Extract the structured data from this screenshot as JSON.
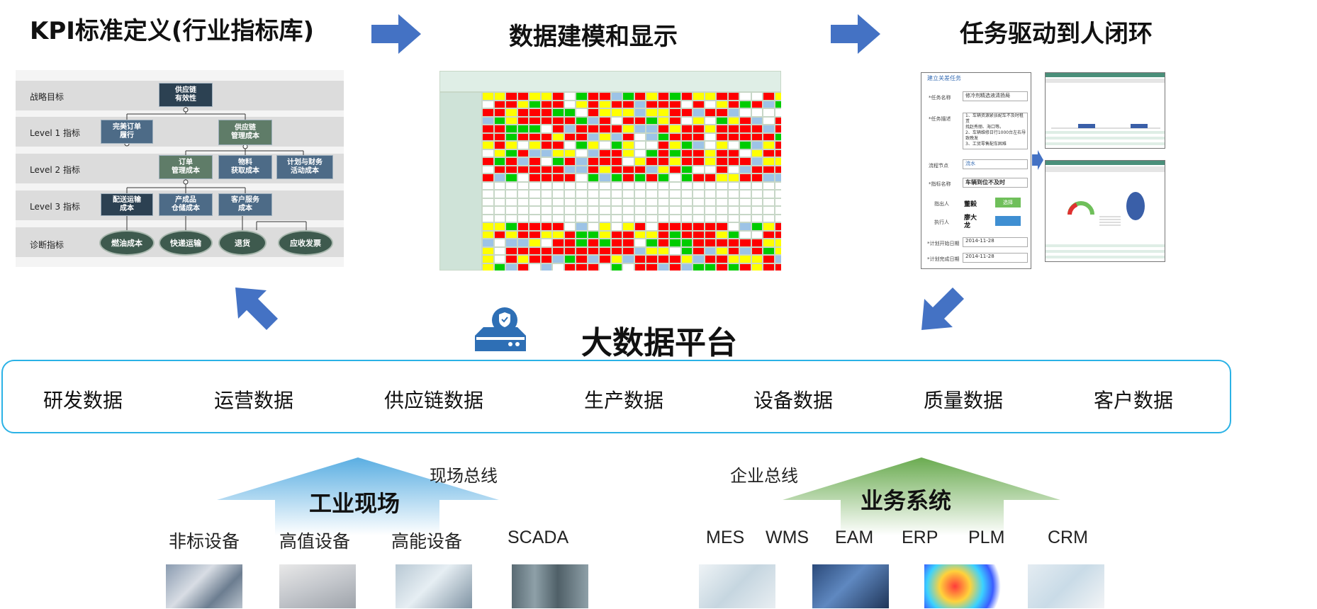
{
  "sections": {
    "kpi_title": "KPI标准定义(行业指标库)",
    "modeling_title": "数据建模和显示",
    "task_title": "任务驱动到人闭环"
  },
  "kpi_tree": {
    "levels": [
      "战略目标",
      "Level 1 指标",
      "Level 2 指标",
      "Level 3 指标",
      "诊断指标"
    ],
    "strategic": "供应链\n有效性",
    "level1": [
      "完美订单\n履行",
      "供应链\n管理成本"
    ],
    "level2": [
      "订单\n管理成本",
      "物料\n获取成本",
      "计划与财务\n活动成本"
    ],
    "level3": [
      "配送运输\n成本",
      "产成品\n仓储成本",
      "客户服务\n成本"
    ],
    "diagnostic": [
      "燃油成本",
      "快递运输",
      "退货",
      "应收发票"
    ]
  },
  "task_form": {
    "header": "建立关差任务",
    "labels": [
      "*任务名称",
      "*任务描述",
      "流程节点",
      "*指标名称",
      "指出人",
      "执行人",
      "*计划开始日期",
      "*计划完成日期"
    ],
    "name_value": "修冷剂精选液清扬局",
    "description": "1、车辆资源紧张配车不及时租赁\n找赵秀丽、海口等。\n2、车辆维修日行1000台左右导\n致晚发\n3、工贸零售配车困难",
    "node_value": "流水",
    "indicator_value": "车辆到位不及时",
    "pointer_person": "董毅",
    "executor_person": "廖大\n龙",
    "select_button": "选择",
    "start_date": "2014-11-28",
    "end_date": "2014-11-28"
  },
  "platform": {
    "title": "大数据平台",
    "items": [
      "研发数据",
      "运营数据",
      "供应链数据",
      "生产数据",
      "设备数据",
      "质量数据",
      "客户数据"
    ]
  },
  "bottom": {
    "field_bus": "现场总线",
    "enterprise_bus": "企业总线",
    "industrial_site": "工业现场",
    "business_systems": "业务系统",
    "industrial_devices": [
      "非标设备",
      "高值设备",
      "高能设备",
      "SCADA"
    ],
    "business_apps": [
      "MES",
      "WMS",
      "EAM",
      "ERP",
      "PLM",
      "CRM"
    ]
  },
  "colors": {
    "arrow_blue": "#4472c4",
    "platform_border": "#2bb2e6",
    "industrial_arrow_top": "#5aaee2",
    "business_arrow_top": "#6aab50",
    "heat_red": "#ff0000",
    "heat_yellow": "#ffff00",
    "heat_green": "#00cc00",
    "heat_blue": "#9dc3e6"
  }
}
